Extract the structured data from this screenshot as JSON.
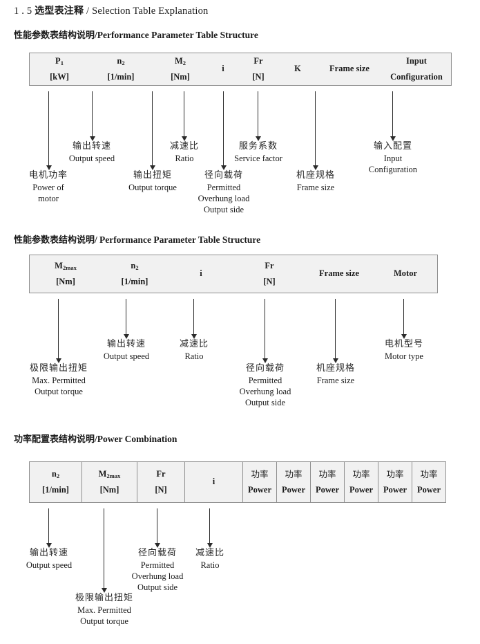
{
  "document": {
    "title_number": "1 . 5",
    "title_cn": "选型表注释",
    "title_sep": "/",
    "title_en": "Selection Table Explanation"
  },
  "sections": [
    {
      "heading_cn": "性能参数表结构说明",
      "heading_sep": "/",
      "heading_en": "Performance Parameter Table Structure",
      "table": {
        "divided": false,
        "columns": [
          {
            "line1": "P",
            "line1_sub": "1",
            "line2": "[kW]"
          },
          {
            "line1": "n",
            "line1_sub": "2",
            "line2": "[1/min]"
          },
          {
            "line1": "M",
            "line1_sub": "2",
            "line2": "[Nm]"
          },
          {
            "line1": "i",
            "line1_sub": "",
            "line2": ""
          },
          {
            "line1": "Fr",
            "line1_sub": "",
            "line2": "[N]"
          },
          {
            "line1": "K",
            "line1_sub": "",
            "line2": ""
          },
          {
            "line1": "Frame size",
            "line1_sub": "",
            "line2": ""
          },
          {
            "line1": "Input",
            "line1_sub": "",
            "line2": "Configuration"
          }
        ]
      },
      "annotations": [
        {
          "cn": "电机功率",
          "en1": "Power of",
          "en2": "motor",
          "en3": ""
        },
        {
          "cn": "输出转速",
          "en1": "Output speed",
          "en2": "",
          "en3": ""
        },
        {
          "cn": "输出扭矩",
          "en1": "Output torque",
          "en2": "",
          "en3": ""
        },
        {
          "cn": "减速比",
          "en1": "Ratio",
          "en2": "",
          "en3": ""
        },
        {
          "cn": "径向载荷",
          "en1": "Permitted",
          "en2": "Overhung load",
          "en3": "Output side"
        },
        {
          "cn": "服务系数",
          "en1": "Service factor",
          "en2": "",
          "en3": ""
        },
        {
          "cn": "机座规格",
          "en1": "Frame size",
          "en2": "",
          "en3": ""
        },
        {
          "cn": "输入配置",
          "en1": "Input",
          "en2": "Configuration",
          "en3": ""
        }
      ]
    },
    {
      "heading_cn": "性能参数表结构说明",
      "heading_sep": "/",
      "heading_en": "Performance Parameter Table Structure",
      "table": {
        "divided": false,
        "columns": [
          {
            "line1": "M",
            "line1_sub": "2max",
            "line2": "[Nm]"
          },
          {
            "line1": "n",
            "line1_sub": "2",
            "line2": "[1/min]"
          },
          {
            "line1": "i",
            "line1_sub": "",
            "line2": ""
          },
          {
            "line1": "Fr",
            "line1_sub": "",
            "line2": "[N]"
          },
          {
            "line1": "Frame size",
            "line1_sub": "",
            "line2": ""
          },
          {
            "line1": "Motor",
            "line1_sub": "",
            "line2": ""
          }
        ]
      },
      "annotations": [
        {
          "cn": "极限输出扭矩",
          "en1": "Max. Permitted",
          "en2": "Output   torque",
          "en3": ""
        },
        {
          "cn": "输出转速",
          "en1": "Output speed",
          "en2": "",
          "en3": ""
        },
        {
          "cn": "减速比",
          "en1": "Ratio",
          "en2": "",
          "en3": ""
        },
        {
          "cn": "径向载荷",
          "en1": "Permitted",
          "en2": "Overhung load",
          "en3": "Output side"
        },
        {
          "cn": "机座规格",
          "en1": "Frame size",
          "en2": "",
          "en3": ""
        },
        {
          "cn": "电机型号",
          "en1": "Motor type",
          "en2": "",
          "en3": ""
        }
      ]
    },
    {
      "heading_cn": "功率配置表结构说明",
      "heading_sep": "/",
      "heading_en": "Power Combination",
      "table": {
        "divided": true,
        "columns": [
          {
            "line1": "n",
            "line1_sub": "2",
            "line2": "[1/min]"
          },
          {
            "line1": "M",
            "line1_sub": "2max",
            "line2": "[Nm]"
          },
          {
            "line1": "Fr",
            "line1_sub": "",
            "line2": "[N]"
          },
          {
            "line1": "i",
            "line1_sub": "",
            "line2": ""
          },
          {
            "line1_cjk": "功率",
            "line1": "",
            "line1_sub": "",
            "line2": "Power"
          },
          {
            "line1_cjk": "功率",
            "line1": "",
            "line1_sub": "",
            "line2": "Power"
          },
          {
            "line1_cjk": "功率",
            "line1": "",
            "line1_sub": "",
            "line2": "Power"
          },
          {
            "line1_cjk": "功率",
            "line1": "",
            "line1_sub": "",
            "line2": "Power"
          },
          {
            "line1_cjk": "功率",
            "line1": "",
            "line1_sub": "",
            "line2": "Power"
          },
          {
            "line1_cjk": "功率",
            "line1": "",
            "line1_sub": "",
            "line2": "Power"
          }
        ]
      },
      "annotations": [
        {
          "cn": "输出转速",
          "en1": "Output speed",
          "en2": "",
          "en3": ""
        },
        {
          "cn": "极限输出扭矩",
          "en1": "Max. Permitted",
          "en2": "Output   torque",
          "en3": ""
        },
        {
          "cn": "径向载荷",
          "en1": "Permitted",
          "en2": "Overhung load",
          "en3": "Output side"
        },
        {
          "cn": "减速比",
          "en1": "Ratio",
          "en2": "",
          "en3": ""
        }
      ]
    }
  ],
  "colors": {
    "table_fill": "#f1f1f1",
    "table_border": "#8e8e8e",
    "arrow": "#2b2b2b",
    "text": "#1a1a1a"
  }
}
